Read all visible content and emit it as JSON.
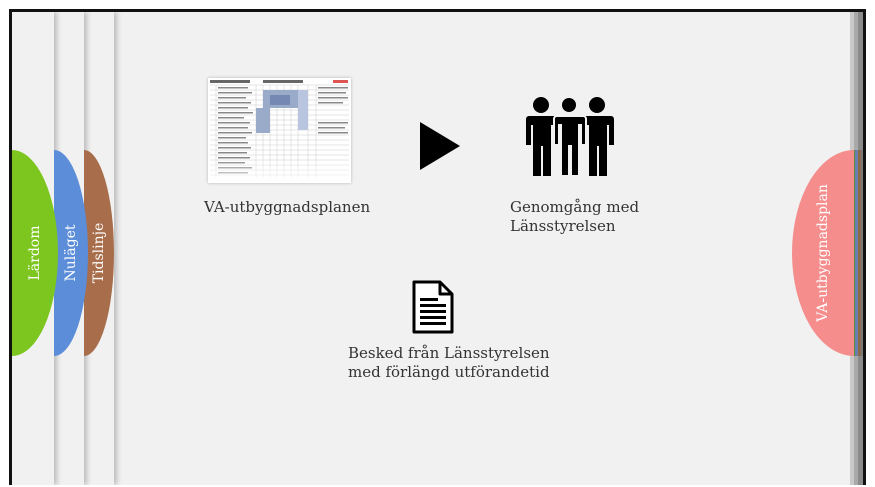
{
  "tabs_left": [
    {
      "label": "Lärdom",
      "color": "#7dc61f"
    },
    {
      "label": "Nuläget",
      "color": "#5b8dd9"
    },
    {
      "label": "Tidslinje",
      "color": "#a86d4a"
    }
  ],
  "tab_right": {
    "label": "VA-utbyggnadsplan",
    "color": "#f58d8d"
  },
  "main": {
    "plan_label": "VA-utbyggnadsplanen",
    "meeting_label_line1": "Genomgång med",
    "meeting_label_line2": "Länsstyrelsen",
    "decision_label_line1": "Besked från Länsstyrelsen",
    "decision_label_line2": "med förlängd utförandetid"
  },
  "icons": [
    "play-arrow-icon",
    "people-group-icon",
    "document-icon",
    "spreadsheet-thumbnail"
  ]
}
